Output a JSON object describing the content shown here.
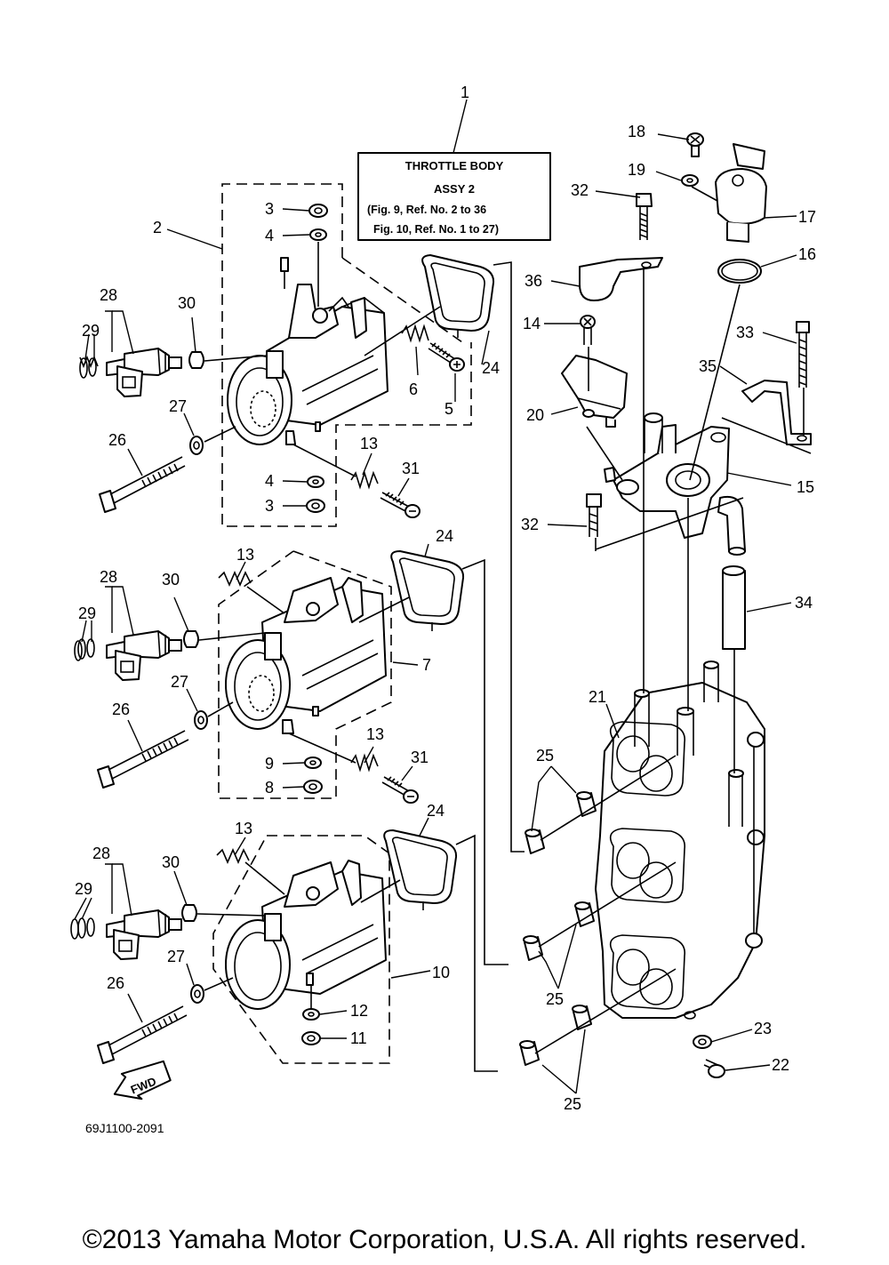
{
  "title_box": {
    "line1": "THROTTLE BODY",
    "line2": "ASSY 2",
    "line3": "(Fig. 9, Ref. No. 2 to 36",
    "line4": "Fig. 10, Ref. No. 1 to 27)"
  },
  "callouts": {
    "c1": "1",
    "c2": "2",
    "c3a": "3",
    "c3b": "3",
    "c4a": "4",
    "c4b": "4",
    "c5": "5",
    "c6": "6",
    "c7": "7",
    "c8": "8",
    "c9": "9",
    "c10": "10",
    "c11": "11",
    "c12": "12",
    "c13a": "13",
    "c13b": "13",
    "c13c": "13",
    "c13d": "13",
    "c14": "14",
    "c15": "15",
    "c16": "16",
    "c17": "17",
    "c18": "18",
    "c19": "19",
    "c20": "20",
    "c21": "21",
    "c22": "22",
    "c23": "23",
    "c24a": "24",
    "c24b": "24",
    "c24c": "24",
    "c25a": "25",
    "c25b": "25",
    "c25c": "25",
    "c26a": "26",
    "c26b": "26",
    "c26c": "26",
    "c27a": "27",
    "c27b": "27",
    "c27c": "27",
    "c28a": "28",
    "c28b": "28",
    "c28c": "28",
    "c29a": "29",
    "c29b": "29",
    "c29c": "29",
    "c30a": "30",
    "c30b": "30",
    "c30c": "30",
    "c31a": "31",
    "c31b": "31",
    "c32a": "32",
    "c32b": "32",
    "c33": "33",
    "c34": "34",
    "c35": "35",
    "c36": "36"
  },
  "fwd_label": "FWD",
  "diagram_code": "69J1100-2091",
  "copyright": "©2013 Yamaha Motor Corporation, U.S.A. All rights reserved."
}
